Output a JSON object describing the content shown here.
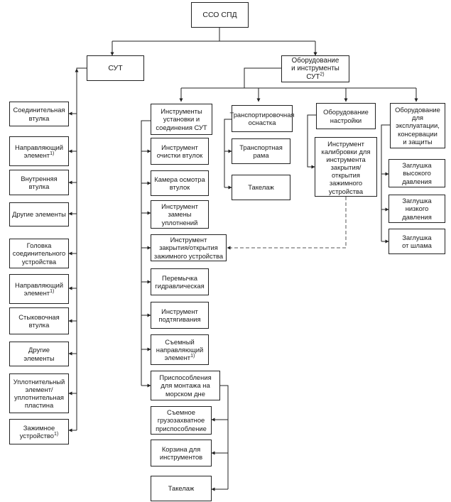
{
  "root": {
    "label": "ССО СПД"
  },
  "sut": {
    "label": "СУТ"
  },
  "equip": {
    "label": "Оборудование\nи инструменты\nСУТ",
    "sup": "2)"
  },
  "left": [
    {
      "label": "Соединительная\nвтулка"
    },
    {
      "label": "Направляющий\nэлемент",
      "sup": "1)"
    },
    {
      "label": "Внутренняя\nвтулка"
    },
    {
      "label": "Другие элементы"
    },
    {
      "label": "Головка\nсоединительного\nустройства"
    },
    {
      "label": "Направляющий\nэлемент",
      "sup": "1)"
    },
    {
      "label": "Стыковочная\nвтулка"
    },
    {
      "label": "Другие\nэлементы"
    },
    {
      "label": "Уплотнительный\nэлемент/\nуплотнительная\nпластина"
    },
    {
      "label": "Зажимное\nустройство",
      "sup": "1)"
    }
  ],
  "install": {
    "header": {
      "label": "Инструменты\nустановки и\nсоединения СУТ"
    },
    "items": [
      {
        "label": "Инструмент\nочистки втулок"
      },
      {
        "label": "Камера осмотра\nвтулок"
      },
      {
        "label": "Инструмент\nзамены\nуплотнений"
      },
      {
        "label": "Инструмент\nзакрытия/открытия\nзажимного устройства"
      },
      {
        "label": "Перемычка\nгидравлическая"
      },
      {
        "label": "Инструмент\nподтягивания"
      },
      {
        "label": "Съемный\nнаправляющий\nэлемент",
        "sup": "1)"
      }
    ]
  },
  "subsea": {
    "header": {
      "label": "Приспособления\nдля монтажа на\nморском дне"
    },
    "items": [
      {
        "label": "Съемное\nгрузозахватное\nприспособление"
      },
      {
        "label": "Корзина для\nинструментов"
      },
      {
        "label": "Такелаж"
      }
    ]
  },
  "transport": {
    "header": {
      "label": "Транспортировочная\nоснастка"
    },
    "items": [
      {
        "label": "Транспортная\nрама"
      },
      {
        "label": "Такелаж"
      }
    ]
  },
  "setup": {
    "header": {
      "label": "Оборудование\nнастройки"
    },
    "items": [
      {
        "label": "Инструмент\nкалибровки для\nинструмента\nзакрытия/\nоткрытия\nзажимного\nустройства"
      }
    ]
  },
  "ops": {
    "header": {
      "label": "Оборудование\nдля\nэксплуатации,\nконсервации\nи защиты"
    },
    "items": [
      {
        "label": "Заглушка\nвысокого\nдавления"
      },
      {
        "label": "Заглушка\nнизкого\nдавления"
      },
      {
        "label": "Заглушка\nот шлама"
      }
    ]
  }
}
